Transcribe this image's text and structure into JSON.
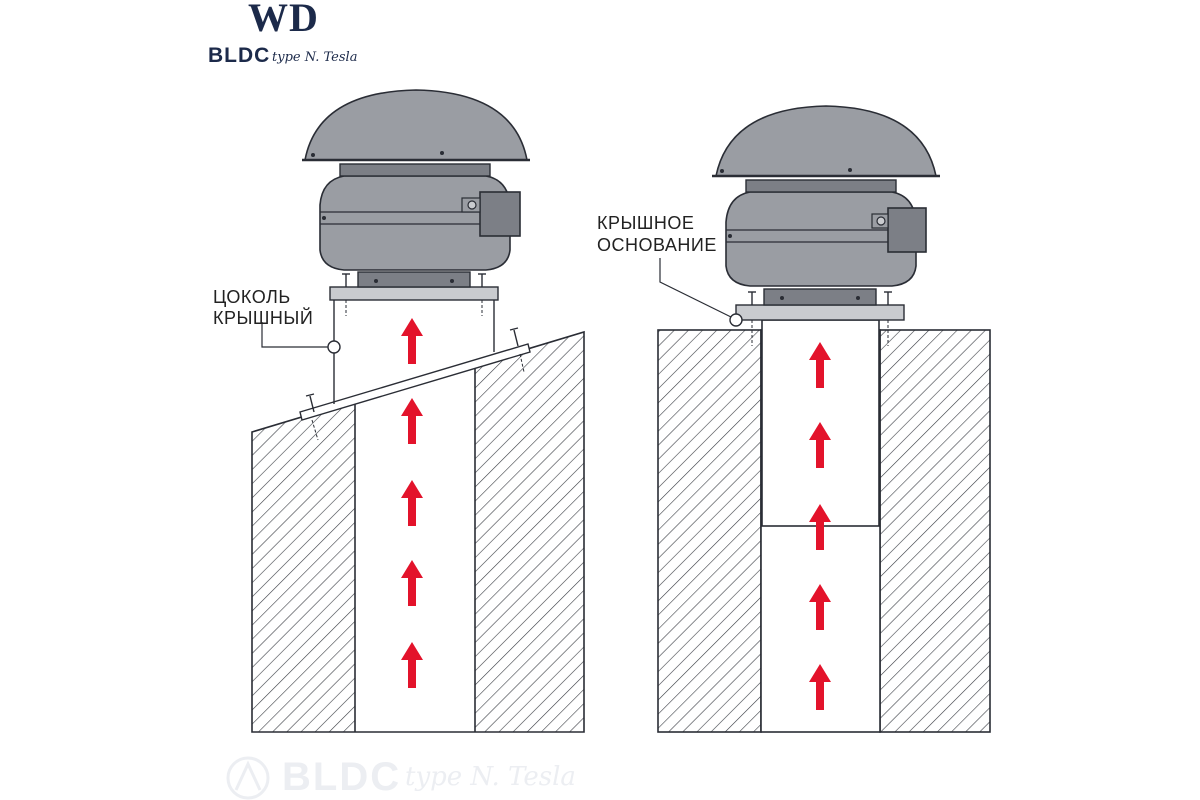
{
  "brand": {
    "logo_main": "WD",
    "logo_sub": "BLDC",
    "logo_script": "type N. Tesla"
  },
  "labels": {
    "left_top": "ЦОКОЛЬ",
    "left_bottom": "КРЫШНЫЙ",
    "right_top": "КРЫШНОЕ",
    "right_bottom": "ОСНОВАНИЕ"
  },
  "watermark": {
    "text": "BLDC",
    "script": "type N. Tesla"
  },
  "colors": {
    "outline": "#2a2d35",
    "fan_body": "#9a9da3",
    "fan_dark": "#7c7f86",
    "base_plate": "#c9cbcf",
    "hatch": "#3b3e45",
    "arrow": "#e3132b",
    "brand": "#1c2a4a"
  },
  "icons": {
    "airflow": "arrow-up-icon",
    "fastener": "screw-icon",
    "callout": "callout-circle-icon"
  }
}
